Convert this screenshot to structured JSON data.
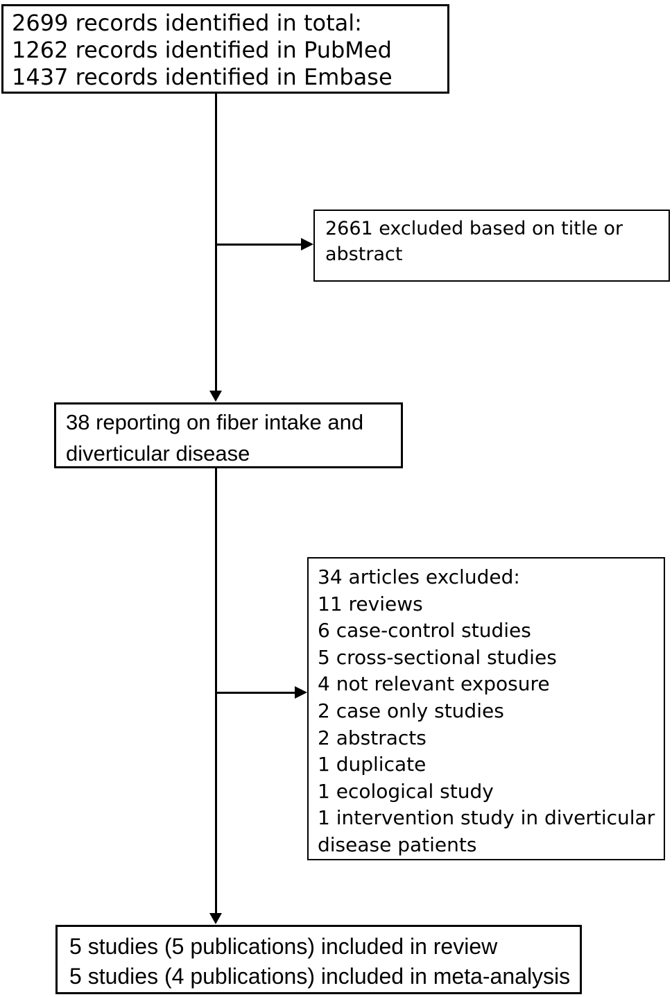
{
  "colors": {
    "background": "#ffffff",
    "border": "#000000",
    "text": "#000000",
    "connector": "#000000"
  },
  "flow": {
    "records_total_box": {
      "lines": [
        "2699 records identified in total:",
        "1262 records identified in PubMed",
        "1437 records identified in Embase"
      ]
    },
    "excluded_screening_box": {
      "lines": [
        "2661 excluded based on title or",
        "abstract"
      ]
    },
    "fiber_reports_box": {
      "lines": [
        "38 reporting on fiber intake and",
        "diverticular disease"
      ]
    },
    "excluded_fulltext_box": {
      "lines": [
        "34 articles excluded:",
        "11 reviews",
        "6 case-control studies",
        "5 cross-sectional studies",
        "4 not relevant exposure",
        "2 case only studies",
        "2 abstracts",
        "1 duplicate",
        "1 ecological study",
        "1 intervention study in diverticular",
        "disease patients"
      ]
    },
    "included_box": {
      "lines": [
        "5 studies (5 publications) included in review",
        "5 studies (4 publications) included in meta-analysis"
      ]
    }
  }
}
